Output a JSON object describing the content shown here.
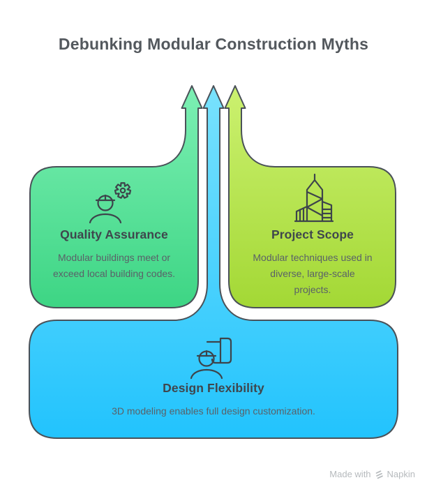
{
  "title": "Debunking Modular Construction Myths",
  "cards": {
    "quality": {
      "heading": "Quality Assurance",
      "body": "Modular buildings meet or exceed local building codes.",
      "icon": "engineer-with-gear"
    },
    "scope": {
      "heading": "Project Scope",
      "body": "Modular techniques used in diverse, large-scale projects.",
      "icon": "city-buildings"
    },
    "design": {
      "heading": "Design Flexibility",
      "body": "3D modeling enables full design customization.",
      "icon": "engineer-with-blueprint"
    }
  },
  "gradients": {
    "green": [
      "#7df0b4",
      "#3dd584"
    ],
    "blue": [
      "#79e2fd",
      "#22c3fd"
    ],
    "lime": [
      "#ccf170",
      "#a3d835"
    ]
  },
  "colors": {
    "outline": "#4a5158",
    "icon_stroke": "#3d444b",
    "title": "#53585d",
    "heading": "#3f464d",
    "body": "#5a6168",
    "watermark": "#b6babd",
    "background": "#ffffff"
  },
  "watermark": {
    "made_with": "Made with",
    "brand": "Napkin"
  }
}
